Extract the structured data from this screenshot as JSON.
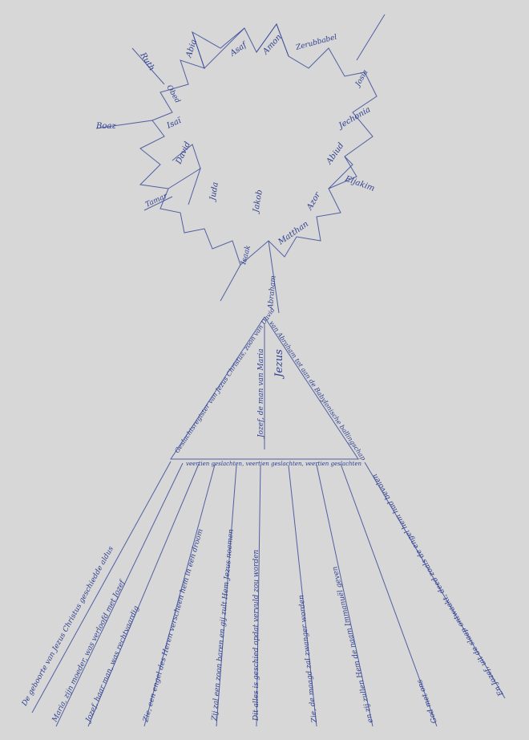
{
  "meta": {
    "ink_color": "#2f3f8e",
    "paper_color": "#d7d7d7"
  },
  "artwork": {
    "star_labels": {
      "top_1": "Abia",
      "top_2": "Asaf",
      "top_3": "Amon",
      "top_4": "Zerubbabel",
      "left_1": "Boaz",
      "left_2": "Ruth",
      "left_3": "Obed",
      "left_4": "Isaï",
      "left_5": "David",
      "left_6": "Tamar",
      "right_1": "Josia",
      "right_2": "Jechonia",
      "right_3": "Abiud",
      "right_4": "Eljakim",
      "right_5": "Azor",
      "right_6": "Matthan",
      "bottom_1": "Juda",
      "bottom_2": "Jakob",
      "bottom_3": "Isaak",
      "bottom_4": "Abraham"
    },
    "triangle_text": {
      "left": "Geslachtsregister van Jezus Christus, zoon van David",
      "right": "van Abraham tot aan de Babylonische ballingschap",
      "center": "Jozef, de man van Maria",
      "name": "Jezus",
      "base": "veertien geslachten, veertien geslachten, veertien geslachten"
    },
    "rays": [
      "De geboorte van Jezus Christus geschiedde aldus",
      "Maria, zijn moeder, was verloofd met Jozef",
      "Jozef, haar man, was rechtvaardig",
      "Zie, een engel des Heren verscheen hem in een droom",
      "Zij zal een zoon baren en gij zult Hem Jezus noemen",
      "Dit alles is geschied opdat vervuld zou worden",
      "Zie, de maagd zal zwanger worden",
      "en zij zullen Hem de naam Immanuël geven",
      "God met ons",
      "En Jozef, uit de slaap ontwaakt, deed zoals de engel hem had bevolen"
    ]
  }
}
